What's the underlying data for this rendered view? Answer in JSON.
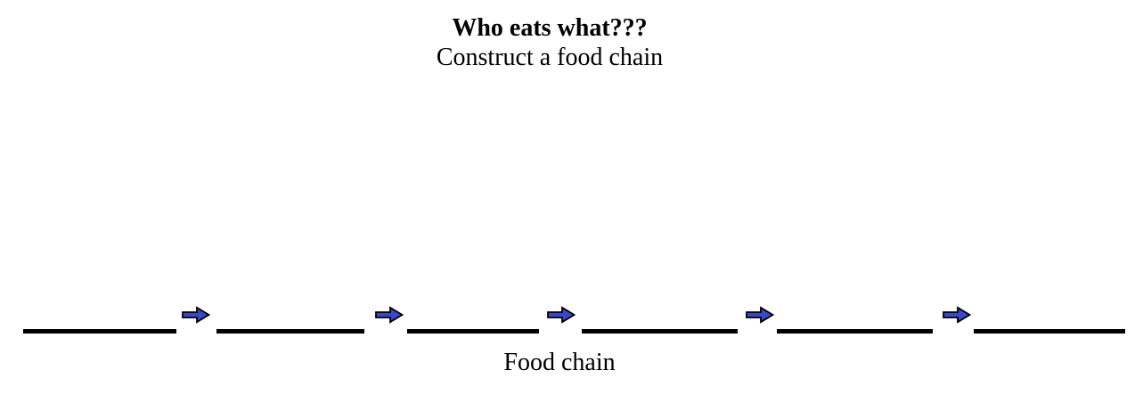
{
  "header": {
    "title": "Who eats what???",
    "subtitle": "Construct a food chain"
  },
  "food_chain": {
    "label": "Food chain",
    "blank_count": 6,
    "arrow_count": 5,
    "blanks": [
      "",
      "",
      "",
      "",
      "",
      ""
    ],
    "arrow_icon": "right-block-arrow",
    "colors": {
      "arrow_fill": "#3B46C8",
      "arrow_outline": "#000000",
      "blank_line": "#000000"
    }
  }
}
